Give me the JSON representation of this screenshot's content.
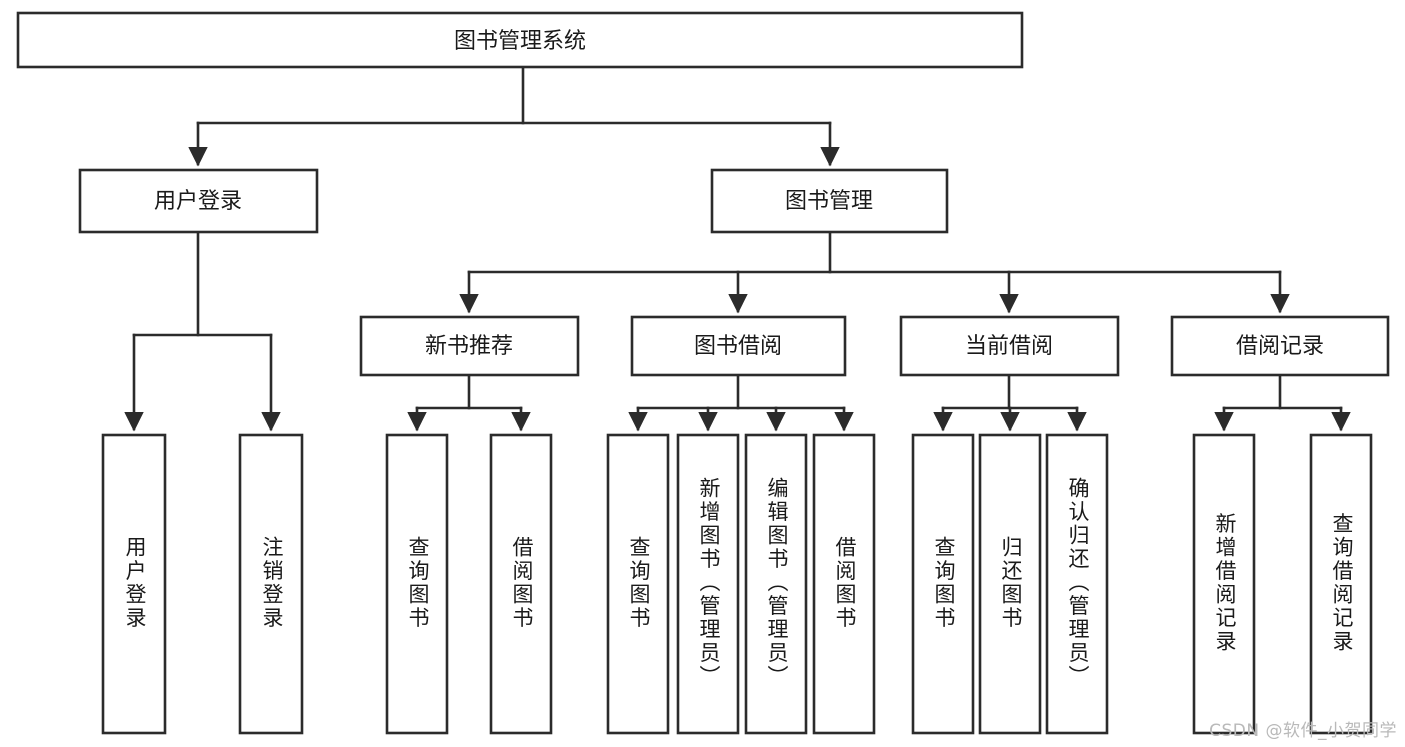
{
  "diagram": {
    "title": "图书管理系统",
    "type": "tree",
    "watermark": "CSDN @软件_小贺同学",
    "colors": {
      "stroke": "#2b2b2b",
      "fill": "#ffffff",
      "text": "#1a1a1a",
      "watermark": "#b9b9b9",
      "background": "#ffffff"
    },
    "root": {
      "label": "图书管理系统"
    },
    "level2": [
      {
        "label": "用户登录"
      },
      {
        "label": "图书管理"
      }
    ],
    "level3": [
      {
        "label": "新书推荐"
      },
      {
        "label": "图书借阅"
      },
      {
        "label": "当前借阅"
      },
      {
        "label": "借阅记录"
      }
    ],
    "leaves": {
      "user_login": [
        {
          "label": "用户登录"
        },
        {
          "label": "注销登录"
        }
      ],
      "new_book_recommend": [
        {
          "label": "查询图书"
        },
        {
          "label": "借阅图书"
        }
      ],
      "book_borrow": [
        {
          "label": "查询图书"
        },
        {
          "label": "新增图书（管理员）"
        },
        {
          "label": "编辑图书（管理员）"
        },
        {
          "label": "借阅图书"
        }
      ],
      "current_borrow": [
        {
          "label": "查询图书"
        },
        {
          "label": "归还图书"
        },
        {
          "label": "确认归还（管理员）"
        }
      ],
      "borrow_record": [
        {
          "label": "新增借阅记录"
        },
        {
          "label": "查询借阅记录"
        }
      ]
    }
  },
  "chart_data": {
    "type": "table",
    "title": "图书管理系统",
    "nodes": [
      {
        "id": "root",
        "label": "图书管理系统",
        "level": 1,
        "parent": null
      },
      {
        "id": "user-login",
        "label": "用户登录",
        "level": 2,
        "parent": "root"
      },
      {
        "id": "book-manage",
        "label": "图书管理",
        "level": 2,
        "parent": "root"
      },
      {
        "id": "user-login-leaf-1",
        "label": "用户登录",
        "level": 3,
        "parent": "user-login"
      },
      {
        "id": "user-login-leaf-2",
        "label": "注销登录",
        "level": 3,
        "parent": "user-login"
      },
      {
        "id": "new-book",
        "label": "新书推荐",
        "level": 3,
        "parent": "book-manage"
      },
      {
        "id": "book-borrow",
        "label": "图书借阅",
        "level": 3,
        "parent": "book-manage"
      },
      {
        "id": "current-borrow",
        "label": "当前借阅",
        "level": 3,
        "parent": "book-manage"
      },
      {
        "id": "borrow-record",
        "label": "借阅记录",
        "level": 3,
        "parent": "book-manage"
      },
      {
        "id": "new-book-leaf-1",
        "label": "查询图书",
        "level": 4,
        "parent": "new-book"
      },
      {
        "id": "new-book-leaf-2",
        "label": "借阅图书",
        "level": 4,
        "parent": "new-book"
      },
      {
        "id": "book-borrow-leaf-1",
        "label": "查询图书",
        "level": 4,
        "parent": "book-borrow"
      },
      {
        "id": "book-borrow-leaf-2",
        "label": "新增图书（管理员）",
        "level": 4,
        "parent": "book-borrow"
      },
      {
        "id": "book-borrow-leaf-3",
        "label": "编辑图书（管理员）",
        "level": 4,
        "parent": "book-borrow"
      },
      {
        "id": "book-borrow-leaf-4",
        "label": "借阅图书",
        "level": 4,
        "parent": "book-borrow"
      },
      {
        "id": "current-borrow-leaf-1",
        "label": "查询图书",
        "level": 4,
        "parent": "current-borrow"
      },
      {
        "id": "current-borrow-leaf-2",
        "label": "归还图书",
        "level": 4,
        "parent": "current-borrow"
      },
      {
        "id": "current-borrow-leaf-3",
        "label": "确认归还（管理员）",
        "level": 4,
        "parent": "current-borrow"
      },
      {
        "id": "borrow-record-leaf-1",
        "label": "新增借阅记录",
        "level": 4,
        "parent": "borrow-record"
      },
      {
        "id": "borrow-record-leaf-2",
        "label": "查询借阅记录",
        "level": 4,
        "parent": "borrow-record"
      }
    ]
  }
}
